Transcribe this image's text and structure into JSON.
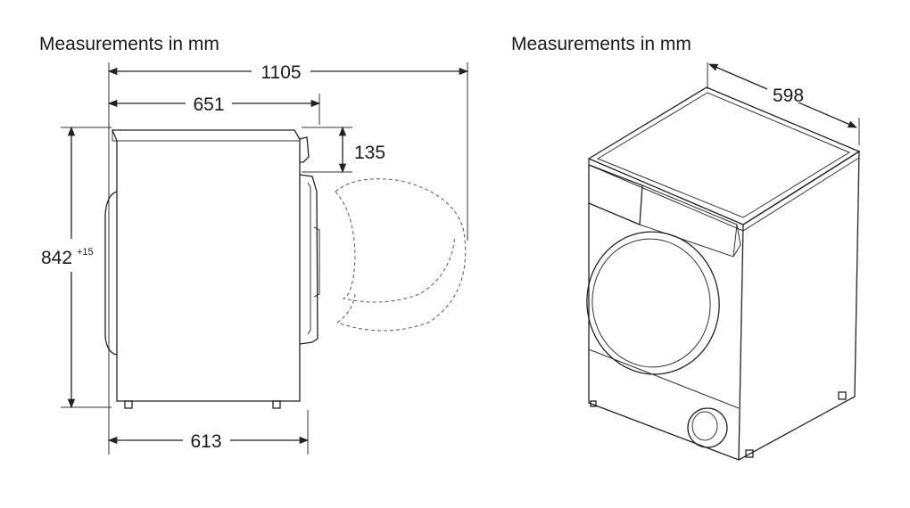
{
  "left_diagram": {
    "title": "Measurements in mm",
    "dims": {
      "total_depth": "1105",
      "depth_with_door": "651",
      "depth_body": "613",
      "height": "842",
      "height_tolerance": "+15",
      "top_offset": "135"
    }
  },
  "right_diagram": {
    "title": "Measurements in mm",
    "dims": {
      "width": "598"
    }
  },
  "colors": {
    "line": "#222222",
    "dashed": "#666666",
    "background": "#ffffff"
  }
}
